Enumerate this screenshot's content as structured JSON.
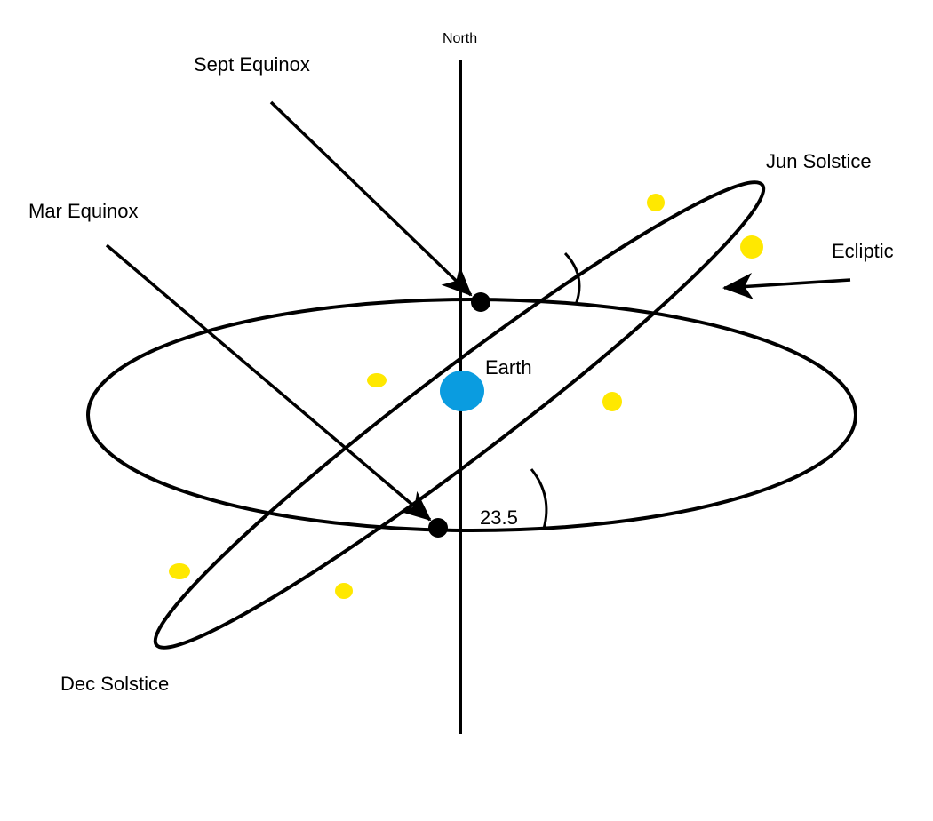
{
  "labels": {
    "north": "North",
    "sept_equinox": "Sept Equinox",
    "mar_equinox": "Mar Equinox",
    "jun_solstice": "Jun Solstice",
    "ecliptic": "Ecliptic",
    "earth": "Earth",
    "angle": "23.5",
    "dec_solstice": "Dec Solstice"
  },
  "colors": {
    "earth": "#0a9ce0",
    "sun_positions": "#ffe800",
    "lines": "#000000"
  }
}
